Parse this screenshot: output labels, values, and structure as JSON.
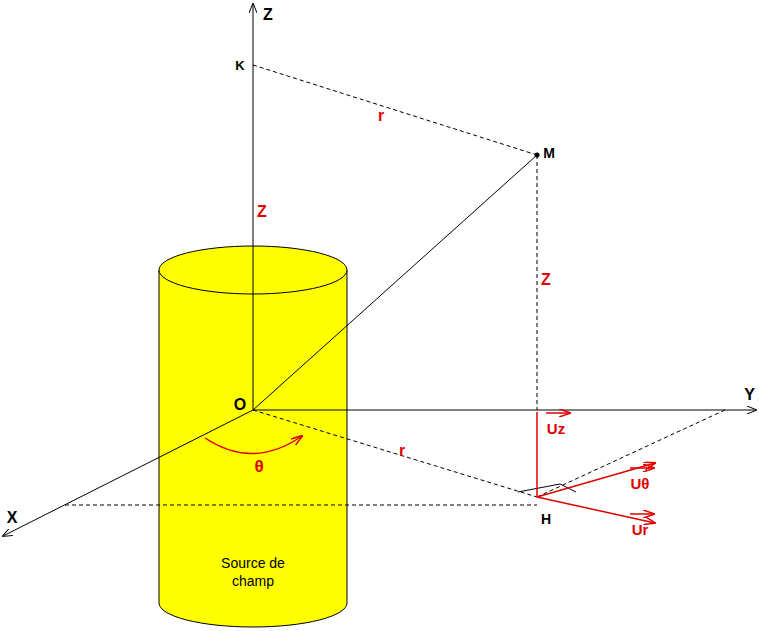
{
  "diagram": {
    "nodes": [
      {
        "text": [
          "Source de champ"
        ]
      }
    ],
    "edges": [],
    "labels": [
      "Z",
      "K",
      "r",
      "M",
      "Z",
      "Z",
      "Y",
      "O",
      "θ",
      "r",
      "Uz",
      "X",
      "H",
      "Uθ",
      "Ur"
    ]
  }
}
